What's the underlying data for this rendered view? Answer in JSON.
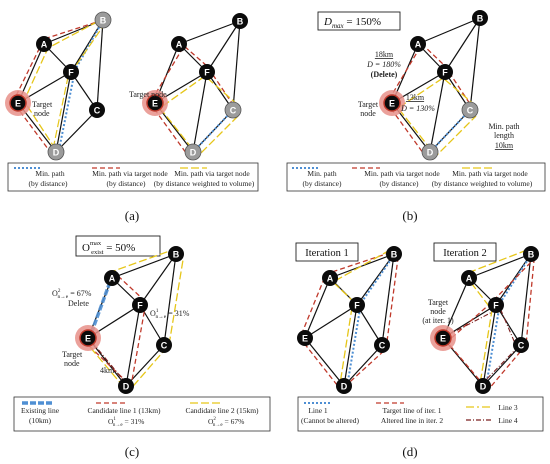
{
  "colors": {
    "blue": "#4f8fd3",
    "red": "#c0392b",
    "yellow": "#e6c619",
    "node": "#0b0b0b",
    "gray_node": "#9b9b9b",
    "halo": "#e8908a",
    "dark_red": "#7a1f1f"
  },
  "panel_a": {
    "caption": "(a)",
    "target_label_1": "Target",
    "target_label_2": "node",
    "target_label_right": "Target node",
    "legend": {
      "blue_1": "Min. path",
      "blue_2": "(by distance)",
      "red_1": "Min. path via target node",
      "red_2": "(by distance)",
      "yellow_1": "Min. path via target node",
      "yellow_2": "(by distance  weighted to volume)"
    }
  },
  "panel_b": {
    "caption": "(b)",
    "dmax_symbol": "D",
    "dmax_sub": "max",
    "dmax_value": " = 150%",
    "len_18": "18km",
    "d_180": "D = 180%",
    "delete": "(Delete)",
    "len_13": "13km",
    "d_130": "D = 130%",
    "target_1": "Target",
    "target_2": "node",
    "minpath_1": "Min. path",
    "minpath_2": "length",
    "minpath_3": "10km",
    "legend": {
      "blue_1": "Min. path",
      "blue_2": "(by distance)",
      "red_1": "Min. path via target node",
      "red_2": "(by distance)",
      "yellow_1": "Min. path via target node",
      "yellow_2": "(by distance  weighted to volume)"
    }
  },
  "panel_c": {
    "caption": "(c)",
    "o_symbol": "O",
    "o_sub": "exist",
    "o_sup": "max",
    "o_value": " = 50%",
    "left_ann_1": "O",
    "left_ann_1_sub": "n→e",
    "left_ann_1_sup": "2",
    "left_ann_1_val": " = 67%",
    "left_ann_2": "Delete",
    "right_ann": "O",
    "right_ann_sub": "n→e",
    "right_ann_sup": "1",
    "right_ann_val": " = 31%",
    "len_4": "4km",
    "target_1": "Target",
    "target_2": "node",
    "legend": {
      "blue_1": "Existing line",
      "blue_2": "(10km)",
      "red_1": "Candidate line 1 (13km)",
      "red_2_o": "O",
      "red_2_sub": "n→e",
      "red_2_sup": "1",
      "red_2_val": " = 31%",
      "yellow_1": "Candidate line 2 (15km)",
      "yellow_2_o": "O",
      "yellow_2_sub": "n→e",
      "yellow_2_sup": "2",
      "yellow_2_val": " = 67%"
    }
  },
  "panel_d": {
    "caption": "(d)",
    "iter1": "Iteration 1",
    "iter2": "Iteration 2",
    "target_1": "Target",
    "target_2": "node",
    "target_3": "(at iter. 1)",
    "legend": {
      "line1_1": "Line 1",
      "line1_2": "(Cannot be altered)",
      "target_1": "Target line of iter. 1",
      "target_2": "Altered line in iter. 2",
      "line3": "Line 3",
      "line4": "Line 4"
    }
  },
  "nodes": {
    "A": "A",
    "B": "B",
    "C": "C",
    "D": "D",
    "E": "E",
    "F": "F"
  }
}
